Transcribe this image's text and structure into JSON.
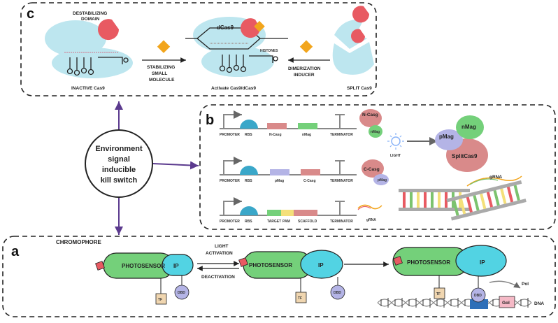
{
  "panels": {
    "c": {
      "letter": "c",
      "destabilizing_domain": [
        "DESTABILIZING",
        "DOMAIN"
      ],
      "inactive_label": "INACTIVE Cas9",
      "stabilizing": [
        "STABILIZING",
        "SMALL",
        "MOLECULE"
      ],
      "dcas9": "dCas9",
      "histones": "HISTONES",
      "active_label": "Activate Cas9/dCas9",
      "dimerization": [
        "DIMERIZATION",
        "INDUCER"
      ],
      "split_label": "SPLIT Cas9"
    },
    "center": {
      "lines": [
        "Environment",
        "signal",
        "inducible",
        "kill switch"
      ]
    },
    "b": {
      "letter": "b",
      "row1": [
        "PROMOTER",
        "RBS",
        "N-Casg",
        "nMag",
        "TERMINATOR"
      ],
      "row2": [
        "PROMOTER",
        "RBS",
        "pMag",
        "C-Casg",
        "TERMINATOR"
      ],
      "row3": [
        "PROMOTER",
        "RBS",
        "TARGET",
        "PAM",
        "SCAFFOLD",
        "TERMINATOR"
      ],
      "ncasg_blob": "N-Casg",
      "nmag_blob": "nMag",
      "light": "LIGHT",
      "ccasg_blob": "C-Casg",
      "pmag_blob": "pMag",
      "grna": "gRNA",
      "complex": {
        "pmag": "pMag",
        "nmag": "nMag",
        "split": "SplitCas9"
      },
      "grna_right": "gRNA"
    },
    "a": {
      "letter": "a",
      "chromophore": "CHROMOPHORE",
      "photosensor": "PHOTOSENSOR",
      "ip": "IP",
      "tf": "TF",
      "dbd": "DBD",
      "light_activation": [
        "LIGHT",
        "ACTIVATION"
      ],
      "deactivation": "DEACTIVATION",
      "pol": "Pol",
      "goi": "GoI",
      "dna": "DNA"
    }
  },
  "colors": {
    "cas9": "#bde6ef",
    "red": "#e85a62",
    "orange": "#f2a51c",
    "green": "#74d07a",
    "cyan": "#52d3e3",
    "pink": "#d98a8a",
    "lavender": "#b4b4e6",
    "purple": "#5b3a8e"
  }
}
